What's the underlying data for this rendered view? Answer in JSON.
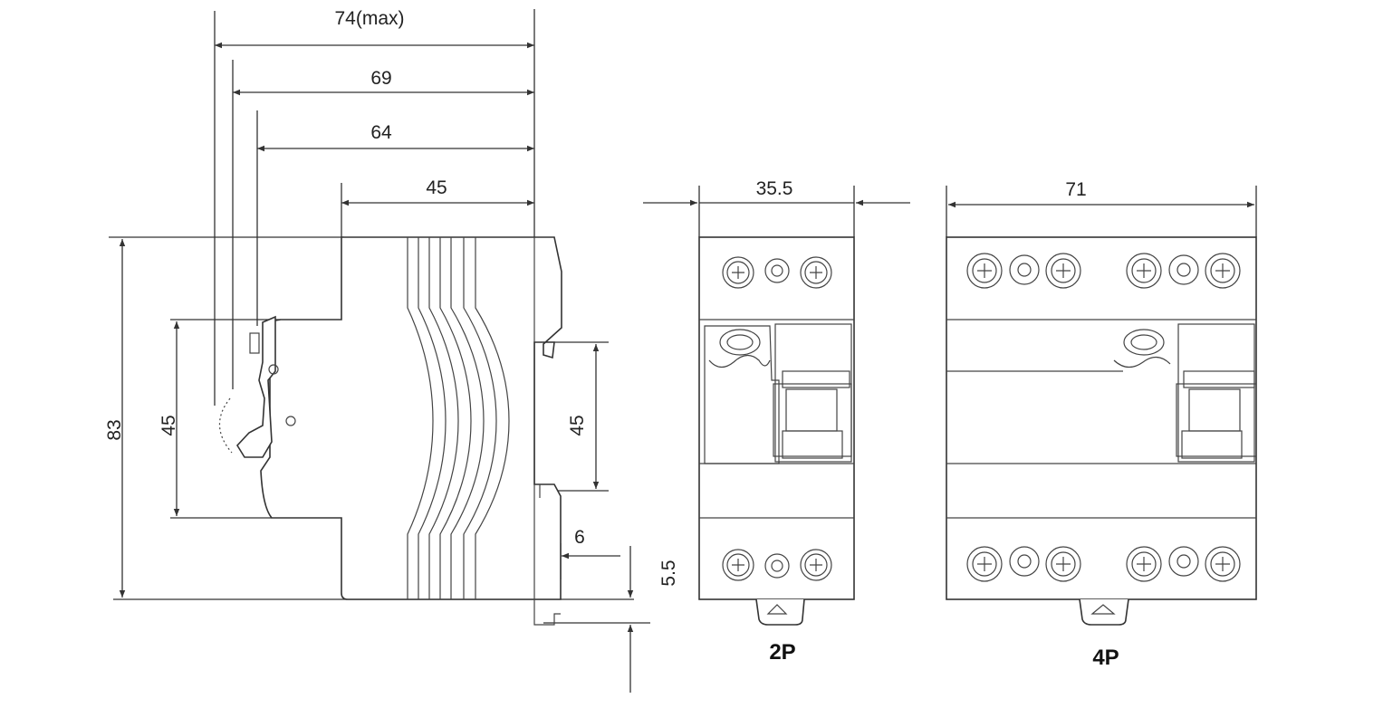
{
  "diagram": {
    "dimensions": {
      "overall_depth_max": "74(max)",
      "depth_69": "69",
      "depth_64": "64",
      "depth_45_top": "45",
      "height_83": "83",
      "height_45_left": "45",
      "height_45_right": "45",
      "offset_6": "6",
      "offset_5_5": "5.5",
      "width_2p": "35.5",
      "width_4p": "71"
    },
    "labels": {
      "two_pole": "2P",
      "four_pole": "4P"
    }
  }
}
